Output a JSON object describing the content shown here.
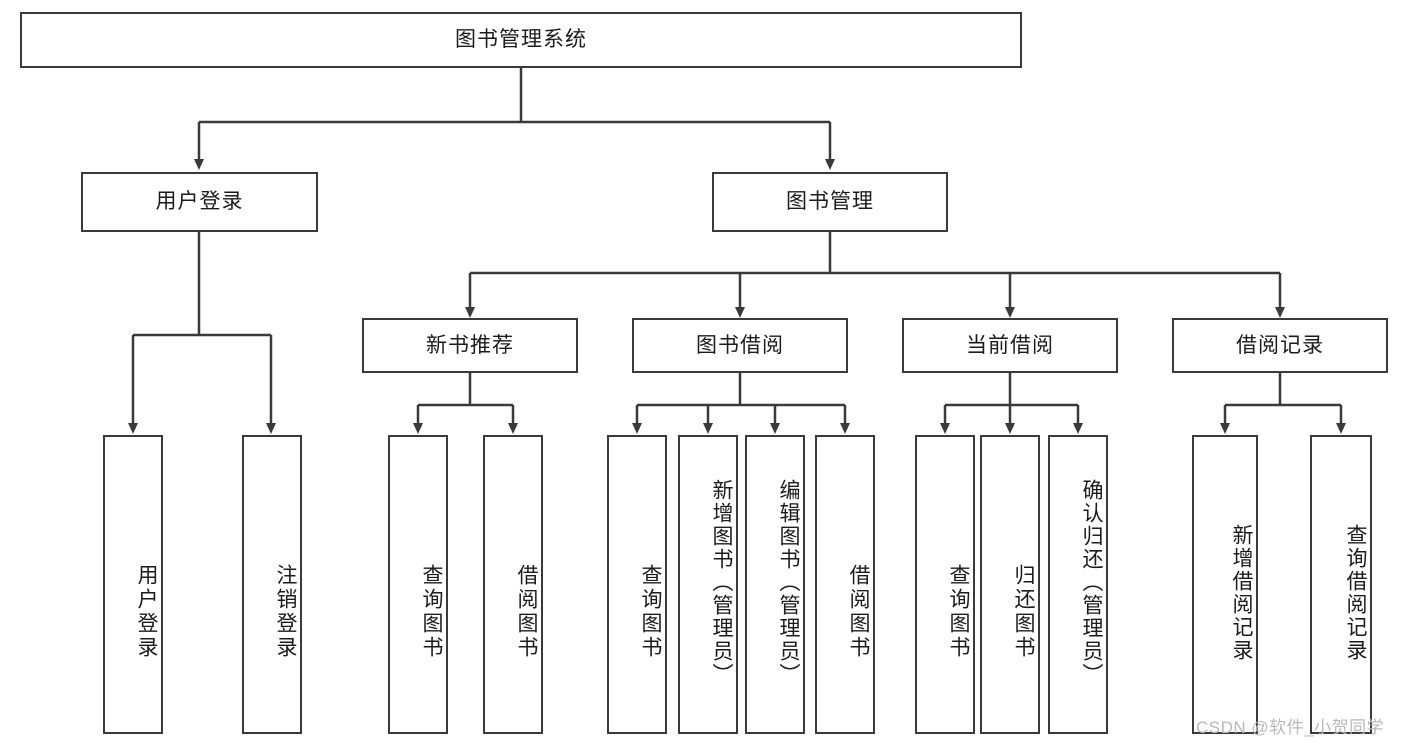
{
  "diagram": {
    "title": "图书管理系统",
    "type": "hierarchy-tree",
    "watermark": "CSDN @软件_小贺同学",
    "root": {
      "id": "root",
      "label": "图书管理系统",
      "level": 1
    },
    "level2": [
      {
        "id": "user-login",
        "label": "用户登录",
        "level": 2
      },
      {
        "id": "book-manage",
        "label": "图书管理",
        "level": 2
      }
    ],
    "level3": [
      {
        "id": "new-book-recommend",
        "label": "新书推荐",
        "level": 3,
        "parent": "book-manage"
      },
      {
        "id": "book-borrow",
        "label": "图书借阅",
        "level": 3,
        "parent": "book-manage"
      },
      {
        "id": "current-borrow",
        "label": "当前借阅",
        "level": 3,
        "parent": "book-manage"
      },
      {
        "id": "borrow-record",
        "label": "借阅记录",
        "level": 3,
        "parent": "book-manage"
      }
    ],
    "leaves": [
      {
        "id": "leaf-user-login",
        "label": "用户登录",
        "parent": "user-login"
      },
      {
        "id": "leaf-logout-login",
        "label": "注销登录",
        "parent": "user-login"
      },
      {
        "id": "leaf-query-book-1",
        "label": "查询图书",
        "parent": "new-book-recommend"
      },
      {
        "id": "leaf-borrow-book-1",
        "label": "借阅图书",
        "parent": "new-book-recommend"
      },
      {
        "id": "leaf-query-book-2",
        "label": "查询图书",
        "parent": "book-borrow"
      },
      {
        "id": "leaf-add-book",
        "label": "新增图书（管理员）",
        "parent": "book-borrow"
      },
      {
        "id": "leaf-edit-book",
        "label": "编辑图书（管理员）",
        "parent": "book-borrow"
      },
      {
        "id": "leaf-borrow-book-2",
        "label": "借阅图书",
        "parent": "book-borrow"
      },
      {
        "id": "leaf-query-book-3",
        "label": "查询图书",
        "parent": "current-borrow"
      },
      {
        "id": "leaf-return-book",
        "label": "归还图书",
        "parent": "current-borrow"
      },
      {
        "id": "leaf-confirm-return",
        "label": "确认归还（管理员）",
        "parent": "current-borrow"
      },
      {
        "id": "leaf-add-record",
        "label": "新增借阅记录",
        "parent": "borrow-record"
      },
      {
        "id": "leaf-query-record",
        "label": "查询借阅记录",
        "parent": "borrow-record"
      }
    ],
    "colors": {
      "border": "#3a3a3a",
      "background": "#ffffff",
      "text": "#1b1b1b",
      "connector": "#3a3a3a",
      "watermark": "#b9b9b9"
    }
  }
}
